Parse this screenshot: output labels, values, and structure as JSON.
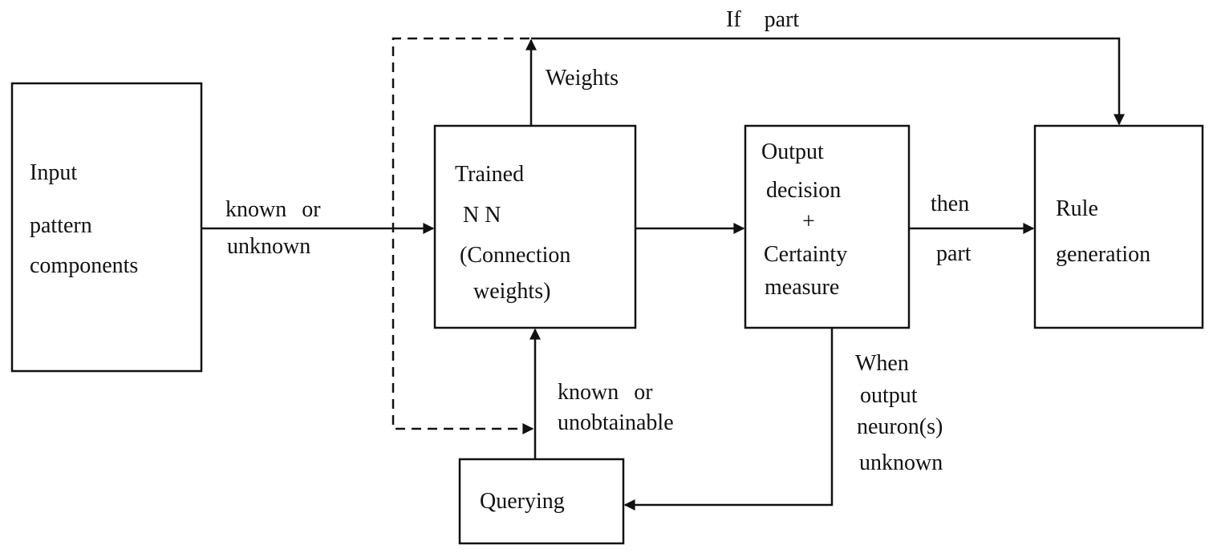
{
  "boxes": {
    "input": {
      "lines": [
        "Input",
        "pattern",
        "components"
      ]
    },
    "trained_nn": {
      "lines": [
        "Trained",
        "N N",
        "(Connection",
        "weights)"
      ]
    },
    "output_decision": {
      "lines": [
        "Output",
        "decision",
        "+",
        "Certainty",
        "measure"
      ]
    },
    "rule_generation": {
      "lines": [
        "Rule",
        "generation"
      ]
    },
    "querying": {
      "lines": [
        "Querying"
      ]
    }
  },
  "edges": {
    "input_to_nn": {
      "lines": [
        "known or",
        "unknown"
      ]
    },
    "weights": {
      "label": "Weights"
    },
    "if_part": {
      "label": "If part"
    },
    "then_part": {
      "lines": [
        "then",
        "part"
      ]
    },
    "query_to_nn": {
      "lines": [
        "known or",
        "unobtainable"
      ]
    },
    "output_to_query": {
      "lines": [
        "When",
        "output",
        "neuron(s)",
        "unknown"
      ]
    }
  },
  "colors": {
    "stroke": "#111111",
    "text": "#111111",
    "background": "#ffffff"
  }
}
